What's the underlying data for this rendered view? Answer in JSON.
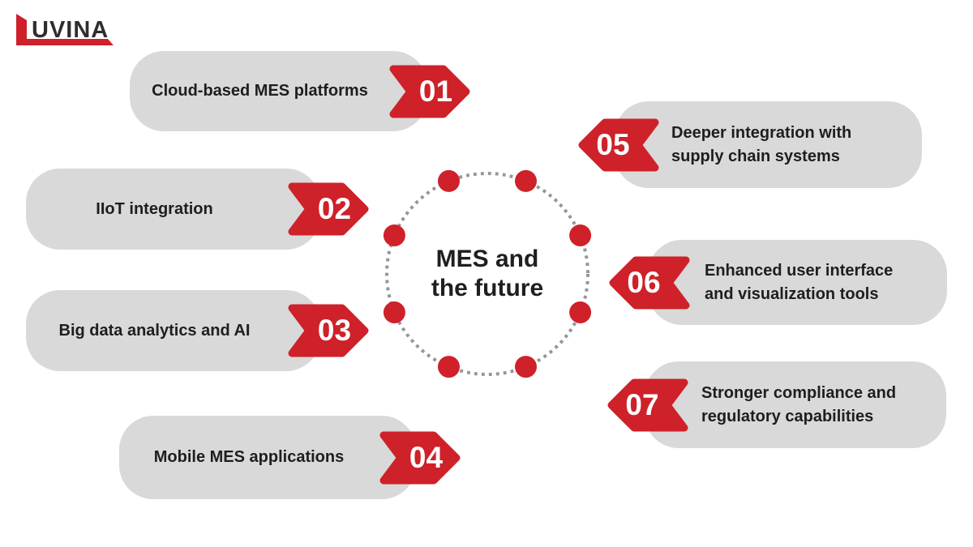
{
  "logo": {
    "text": "UVINA"
  },
  "center": {
    "line1": "MES and",
    "line2": "the future"
  },
  "items": [
    {
      "number": "01",
      "label": "Cloud-based MES platforms"
    },
    {
      "number": "02",
      "label": "IIoT integration"
    },
    {
      "number": "03",
      "label": "Big data analytics and AI"
    },
    {
      "number": "04",
      "label": "Mobile MES applications"
    },
    {
      "number": "05",
      "line1": "Deeper integration with",
      "line2": "supply chain systems"
    },
    {
      "number": "06",
      "line1": "Enhanced user interface",
      "line2": "and visualization tools"
    },
    {
      "number": "07",
      "line1": "Stronger compliance and",
      "line2": "regulatory capabilities"
    }
  ],
  "colors": {
    "accent_red": "#CE2129",
    "pill_gray": "#D9D9D9",
    "text_dark": "#1E1E1E",
    "dotted_circle_gray": "#969696",
    "number_white": "#FFFFFF"
  }
}
